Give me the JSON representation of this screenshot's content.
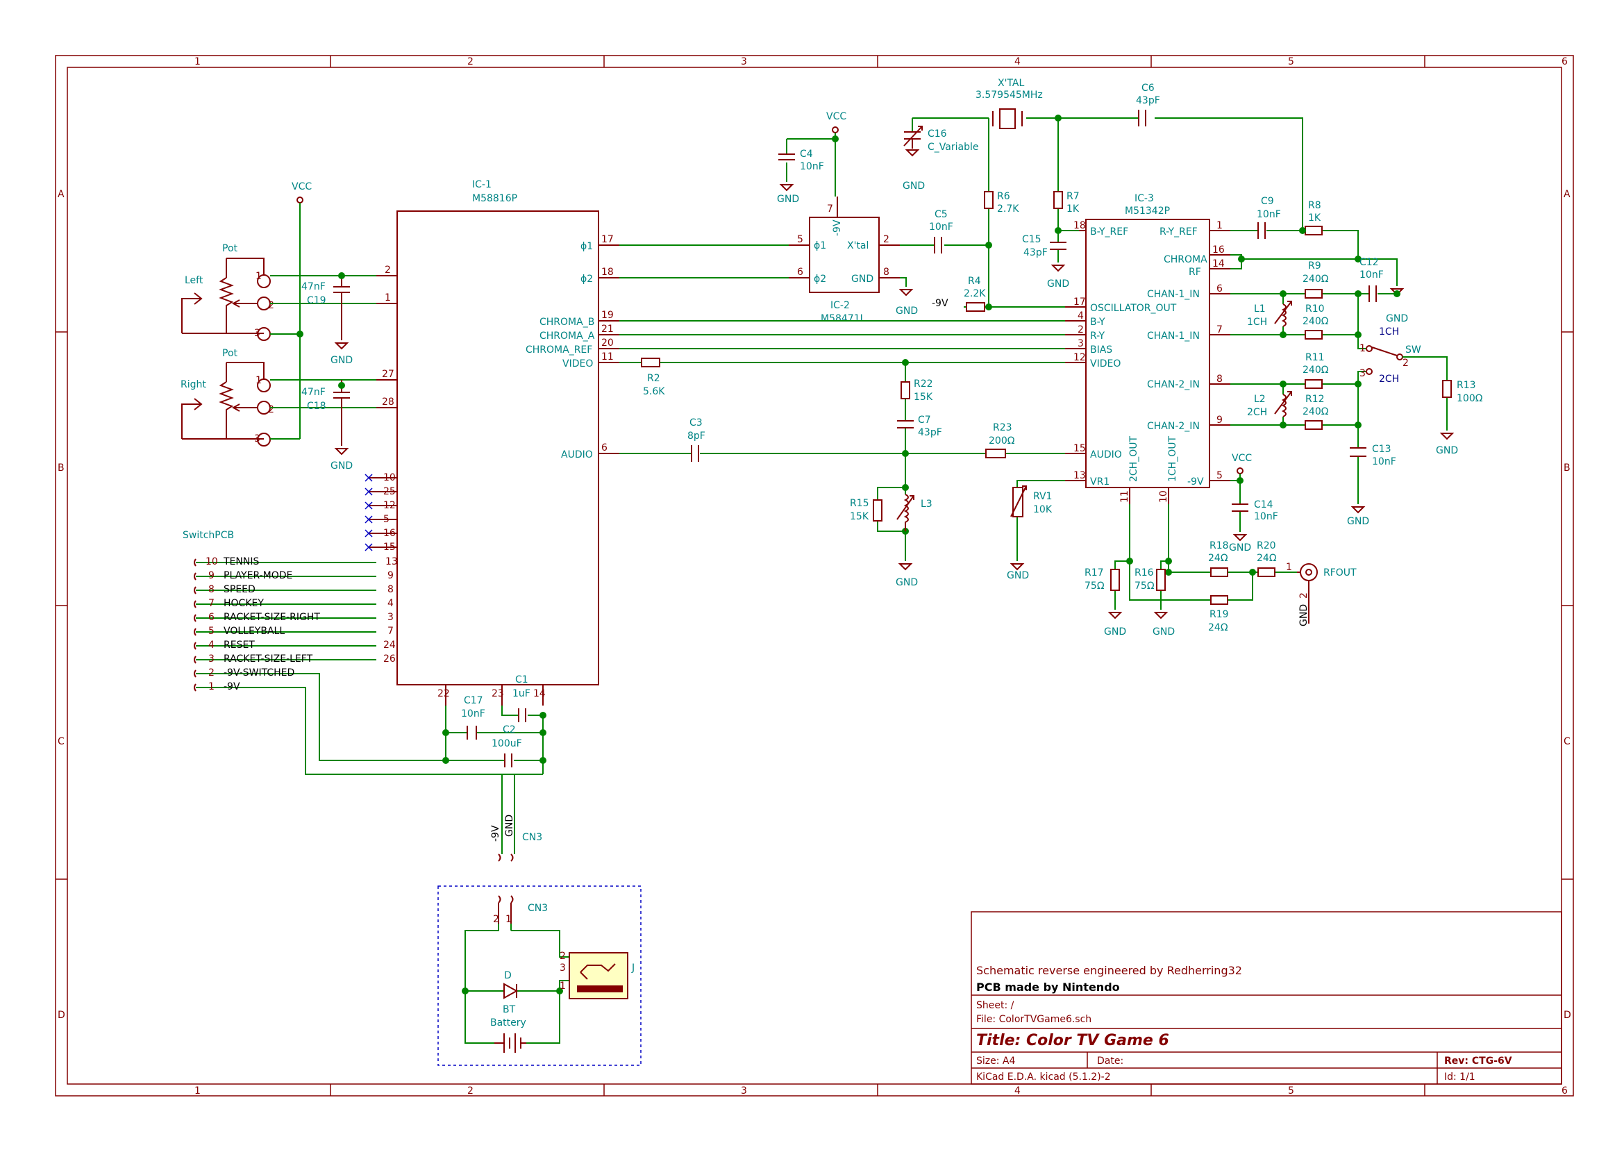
{
  "border": {
    "columns": [
      "1",
      "2",
      "3",
      "4",
      "5",
      "6"
    ],
    "rows": [
      "A",
      "B",
      "C",
      "D"
    ]
  },
  "title_block": {
    "comment1": "Schematic reverse engineered by Redherring32",
    "comment2": "PCB made by Nintendo",
    "sheet": "Sheet: /",
    "file": "File: ColorTVGame6.sch",
    "title": "Title: Color TV Game 6",
    "size": "Size: A4",
    "date": "Date:",
    "rev": "Rev: CTG-6V",
    "tool": "KiCad E.D.A.  kicad (5.1.2)-2",
    "id": "Id: 1/1"
  },
  "ic1": {
    "ref": "IC-1",
    "value": "M58816P",
    "pins_left_top": [
      [
        "2",
        ""
      ],
      [
        "1",
        ""
      ],
      [
        "27",
        ""
      ],
      [
        "28",
        ""
      ]
    ],
    "nc_pins": [
      "10",
      "25",
      "12",
      "5",
      "16",
      "15"
    ],
    "switch_pins": [
      "13",
      "9",
      "8",
      "4",
      "3",
      "7",
      "24",
      "26"
    ],
    "right_pins": [
      {
        "num": "17",
        "name": "ϕ1"
      },
      {
        "num": "18",
        "name": "ϕ2"
      },
      {
        "num": "19",
        "name": "CHROMA_B"
      },
      {
        "num": "21",
        "name": "CHROMA_A"
      },
      {
        "num": "20",
        "name": "CHROMA_REF"
      },
      {
        "num": "11",
        "name": "VIDEO"
      },
      {
        "num": "6",
        "name": "AUDIO"
      }
    ],
    "bottom_pins": [
      "22",
      "23",
      "14"
    ]
  },
  "ic2": {
    "ref": "IC-2",
    "value": "M58471L",
    "pins": [
      {
        "num": "5",
        "name": "ϕ1"
      },
      {
        "num": "6",
        "name": "ϕ2"
      },
      {
        "num": "2",
        "name": "X'tal"
      },
      {
        "num": "8",
        "name": "GND"
      },
      {
        "num": "7",
        "name": "-9V"
      }
    ]
  },
  "ic3": {
    "ref": "IC-3",
    "value": "M51342P",
    "left": [
      {
        "num": "18",
        "name": "B-Y_REF"
      },
      {
        "num": "17",
        "name": "OSCILLATOR_OUT"
      },
      {
        "num": "4",
        "name": "B-Y"
      },
      {
        "num": "2",
        "name": "R-Y"
      },
      {
        "num": "3",
        "name": "BIAS"
      },
      {
        "num": "12",
        "name": "VIDEO"
      },
      {
        "num": "15",
        "name": "AUDIO"
      },
      {
        "num": "13",
        "name": "VR1"
      }
    ],
    "right": [
      {
        "num": "1",
        "name": "R-Y_REF"
      },
      {
        "num": "16",
        "name": "CHROMA"
      },
      {
        "num": "14",
        "name": "RF"
      },
      {
        "num": "6",
        "name": "CHAN-1_IN"
      },
      {
        "num": "7",
        "name": "CHAN-1_IN"
      },
      {
        "num": "8",
        "name": "CHAN-2_IN"
      },
      {
        "num": "9",
        "name": "CHAN-2_IN"
      },
      {
        "num": "5",
        "name": "-9V"
      }
    ],
    "bottom": [
      {
        "num": "11",
        "name": "2CH_OUT"
      },
      {
        "num": "10",
        "name": "1CH_OUT"
      }
    ]
  },
  "switch_pcb": {
    "label": "SwitchPCB",
    "pins": [
      {
        "num": "10",
        "name": "TENNIS"
      },
      {
        "num": "9",
        "name": "PLAYER-MODE"
      },
      {
        "num": "8",
        "name": "SPEED"
      },
      {
        "num": "7",
        "name": "HOCKEY"
      },
      {
        "num": "6",
        "name": "RACKET-SIZE-RIGHT"
      },
      {
        "num": "5",
        "name": "VOLLEYBALL"
      },
      {
        "num": "4",
        "name": "RESET"
      },
      {
        "num": "3",
        "name": "RACKET-SIZE-LEFT"
      },
      {
        "num": "2",
        "name": "-9V-SWITCHED"
      },
      {
        "num": "1",
        "name": "-9V"
      }
    ]
  },
  "pots": {
    "left": {
      "ref": "Pot",
      "label": "Left"
    },
    "right": {
      "ref": "Pot",
      "label": "Right"
    },
    "pins": [
      "1",
      "2",
      "3"
    ]
  },
  "labels": {
    "vcc": "VCC",
    "gnd": "GND",
    "m9v": "-9V",
    "c19": [
      "47nF",
      "C19"
    ],
    "c18": [
      "47nF",
      "C18"
    ],
    "c4": [
      "C4",
      "10nF"
    ],
    "xtal": [
      "X'TAL",
      "3.579545MHz"
    ],
    "c16": [
      "C16",
      "C_Variable"
    ],
    "c6": [
      "C6",
      "43pF"
    ],
    "r6": [
      "R6",
      "2.7K"
    ],
    "r7": [
      "R7",
      "1K"
    ],
    "c5": [
      "C5",
      "10nF"
    ],
    "r4": [
      "R4",
      "2.2K"
    ],
    "c15": [
      "C15",
      "43pF"
    ],
    "c9": [
      "C9",
      "10nF"
    ],
    "r8": [
      "R8",
      "1K"
    ],
    "r9": [
      "R9",
      "240Ω"
    ],
    "c12": [
      "C12",
      "10nF"
    ],
    "r10": [
      "R10",
      "240Ω"
    ],
    "l1": [
      "L1",
      "1CH"
    ],
    "r11": [
      "R11",
      "240Ω"
    ],
    "r12": [
      "R12",
      "240Ω"
    ],
    "l2": [
      "L2",
      "2CH"
    ],
    "c13": [
      "C13",
      "10nF"
    ],
    "r13": [
      "R13",
      "100Ω"
    ],
    "sw": [
      "SW",
      "1CH",
      "2CH"
    ],
    "r2": [
      "R2",
      "5.6K"
    ],
    "r22": [
      "R22",
      "15K"
    ],
    "c7": [
      "C7",
      "43pF"
    ],
    "c3": [
      "C3",
      "8pF"
    ],
    "r23": [
      "R23",
      "200Ω"
    ],
    "r15": [
      "R15",
      "15K"
    ],
    "l3": "L3",
    "rv1": [
      "RV1",
      "10K"
    ],
    "c14": [
      "C14",
      "10nF"
    ],
    "r17": [
      "R17",
      "75Ω"
    ],
    "r16": [
      "R16",
      "75Ω"
    ],
    "r18": [
      "R18",
      "24Ω"
    ],
    "r20": [
      "R20",
      "24Ω"
    ],
    "r19": [
      "R19",
      "24Ω"
    ],
    "rfout": "RFOUT",
    "c17": [
      "C17",
      "10nF"
    ],
    "c1": [
      "C1",
      "1uF"
    ],
    "c2": [
      "C2",
      "100uF"
    ],
    "cn3": "CN3",
    "cn3_m9v": "-9V",
    "power_d": "D",
    "power_bt": [
      "BT",
      "Battery"
    ],
    "power_j": "J"
  }
}
